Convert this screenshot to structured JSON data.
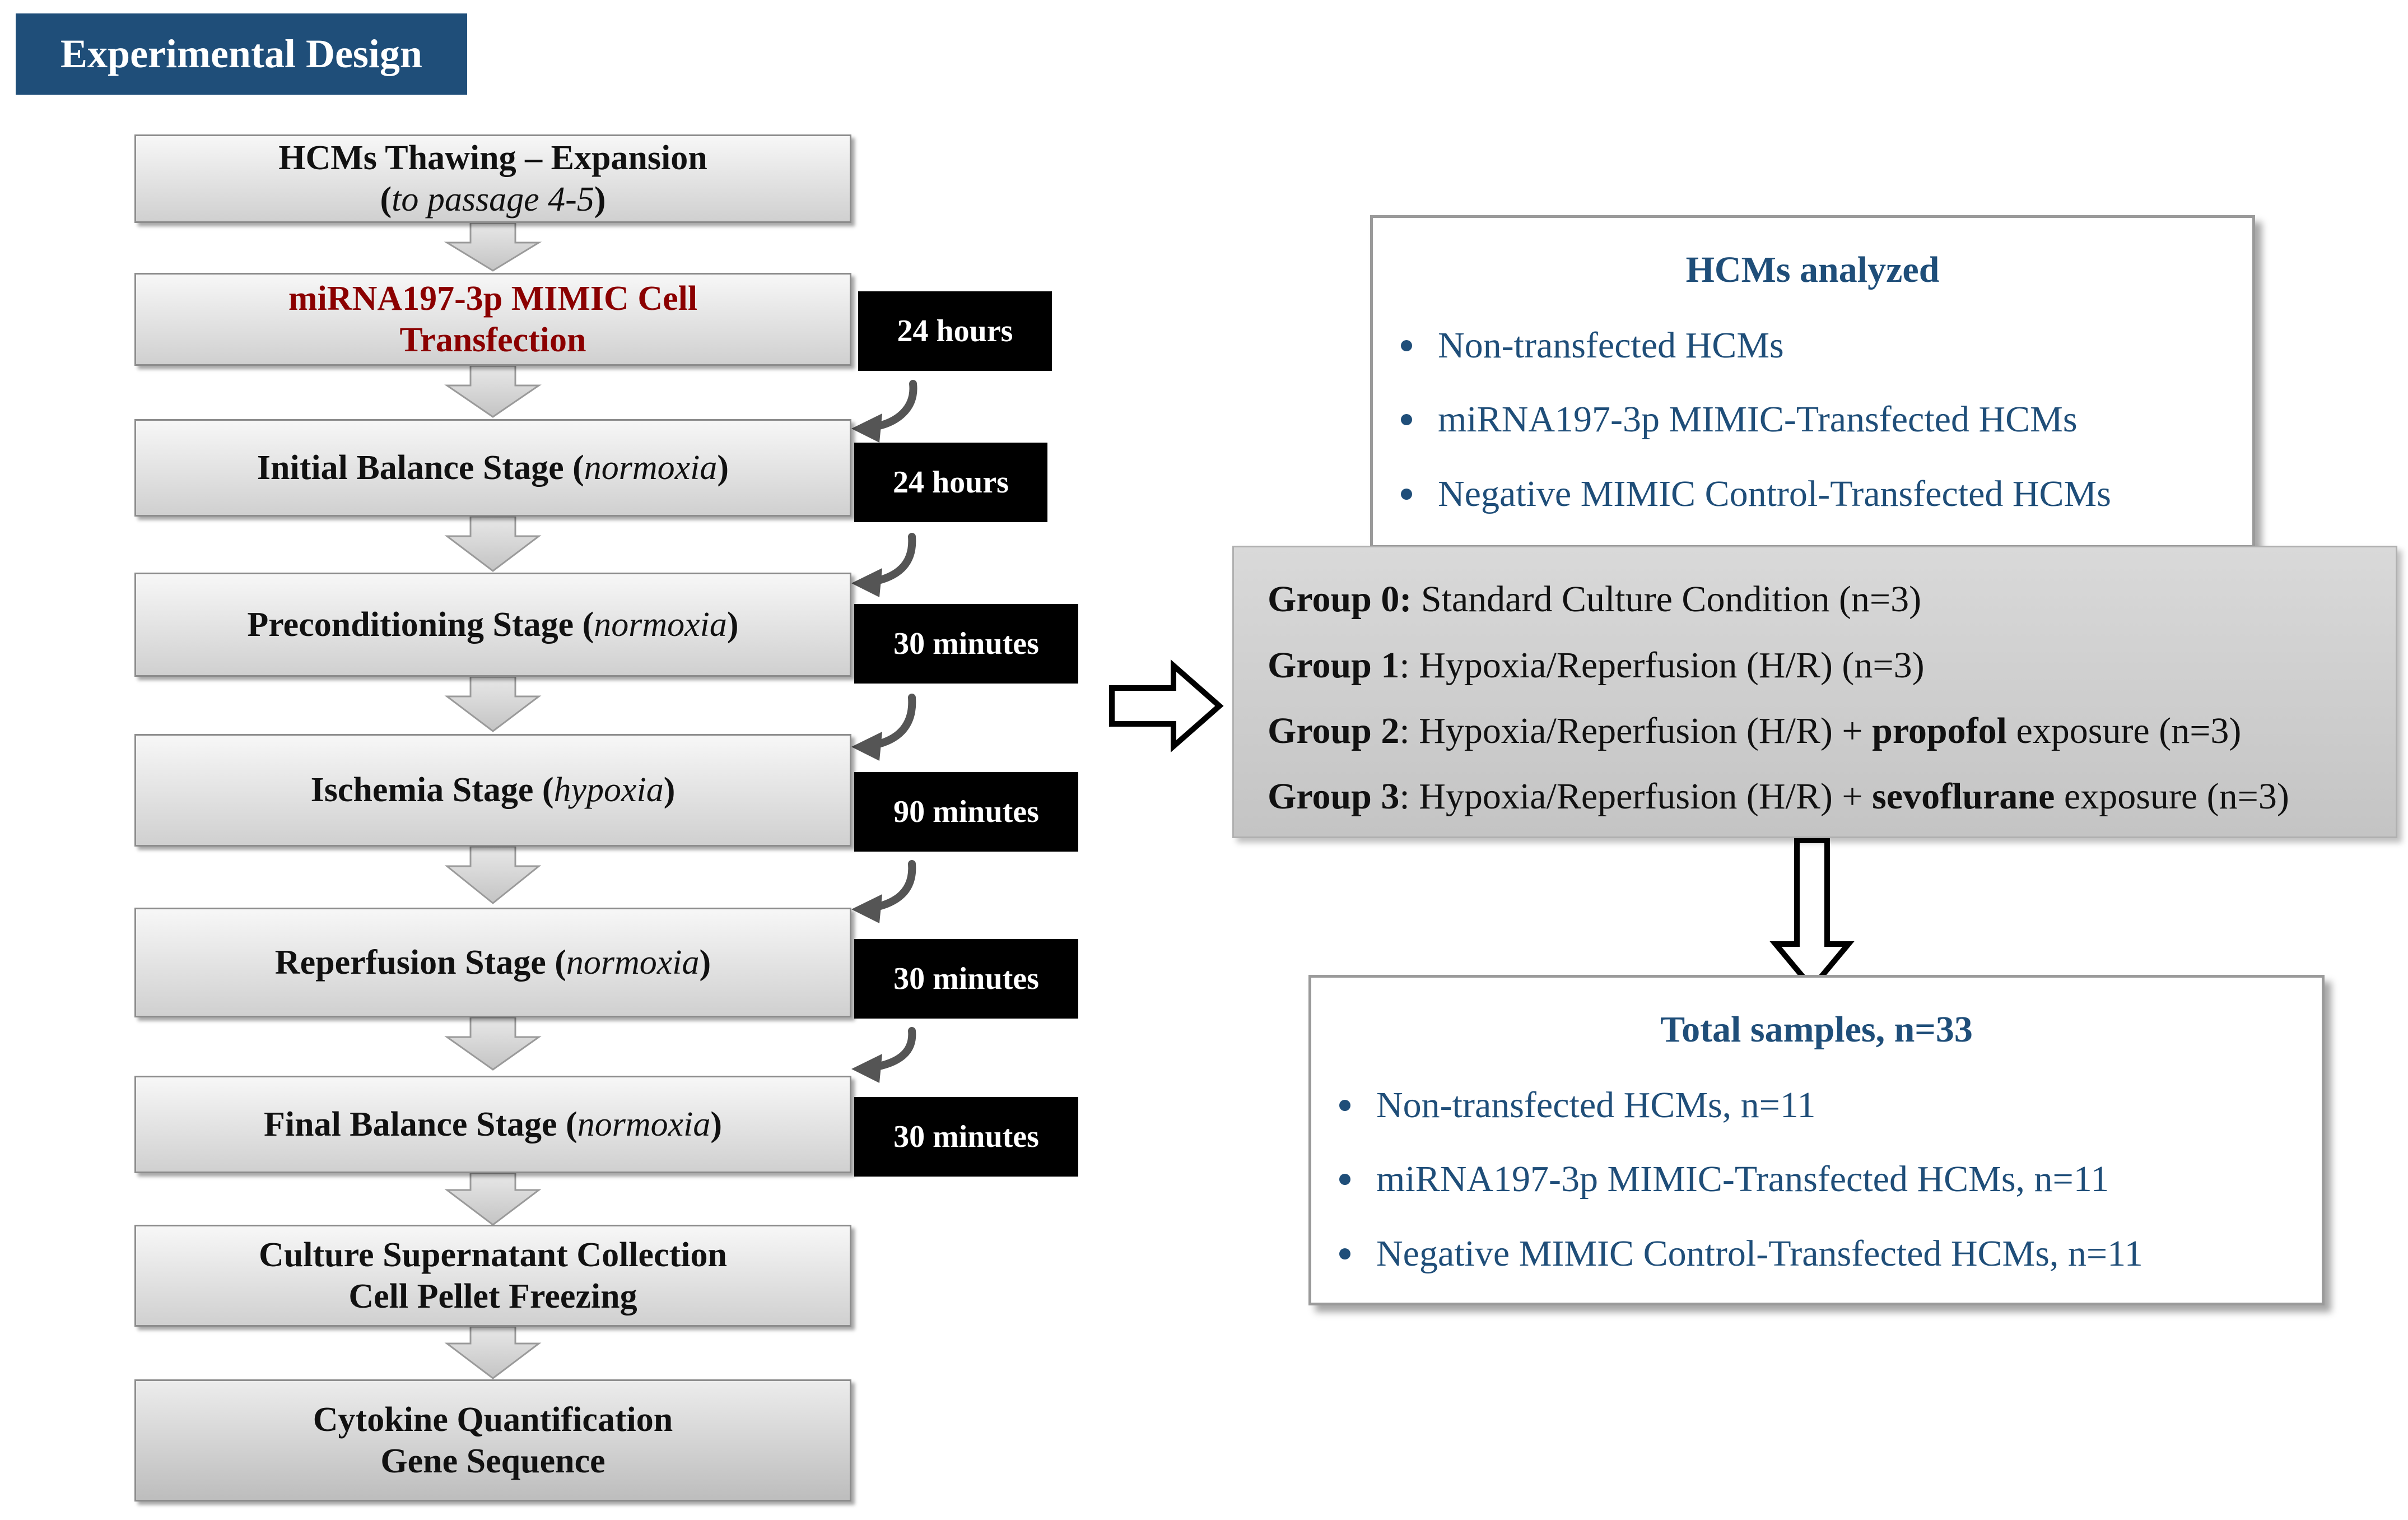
{
  "header": {
    "title": "Experimental Design"
  },
  "steps": [
    {
      "line1": "HCMs Thawing – Expansion",
      "line2_open": "(",
      "line2_it": "to passage 4-5",
      "line2_close": ")"
    },
    {
      "line1": "miRNA197-3p MIMIC Cell",
      "line2": "Transfection"
    },
    {
      "text": "Initial Balance Stage (",
      "it": "normoxia",
      "close": ")"
    },
    {
      "text": "Preconditioning Stage (",
      "it": "normoxia",
      "close": ")"
    },
    {
      "text": "Ischemia Stage (",
      "it": "hypoxia",
      "close": ")"
    },
    {
      "text": "Reperfusion Stage (",
      "it": "normoxia",
      "close": ")"
    },
    {
      "text": "Final Balance Stage (",
      "it": "normoxia",
      "close": ")"
    },
    {
      "line1": "Culture Supernatant Collection",
      "line2": "Cell Pellet Freezing"
    },
    {
      "line1": "Cytokine Quantification",
      "line2": "Gene Sequence"
    }
  ],
  "durations": [
    "24 hours",
    "24 hours",
    "30 minutes",
    "90 minutes",
    "30 minutes",
    "30 minutes"
  ],
  "analyzed": {
    "title": "HCMs analyzed",
    "items": [
      "Non-transfected HCMs",
      "miRNA197-3p MIMIC-Transfected HCMs",
      "Negative MIMIC Control-Transfected HCMs"
    ]
  },
  "groups": [
    {
      "label": "Group 0:",
      "text": " Standard Culture Condition (n=3)"
    },
    {
      "label": "Group 1",
      "text": ": Hypoxia/Reperfusion (H/R) (n=3)"
    },
    {
      "label": "Group 2",
      "text": ": Hypoxia/Reperfusion (H/R) + ",
      "agent": "propofol",
      "tail": " exposure (n=3)"
    },
    {
      "label": "Group 3",
      "text": ": Hypoxia/Reperfusion (H/R) + ",
      "agent": "sevoflurane",
      "tail": " exposure (n=3)"
    }
  ],
  "totals": {
    "title": "Total samples, n=33",
    "items": [
      "Non-transfected HCMs, n=11",
      "miRNA197-3p MIMIC-Transfected HCMs, n=11",
      "Negative MIMIC Control-Transfected HCMs, n=11"
    ]
  },
  "colors": {
    "title_bg": "#1f4e79",
    "accent_text": "#1f4e79",
    "transfection_text": "#8b0000"
  }
}
